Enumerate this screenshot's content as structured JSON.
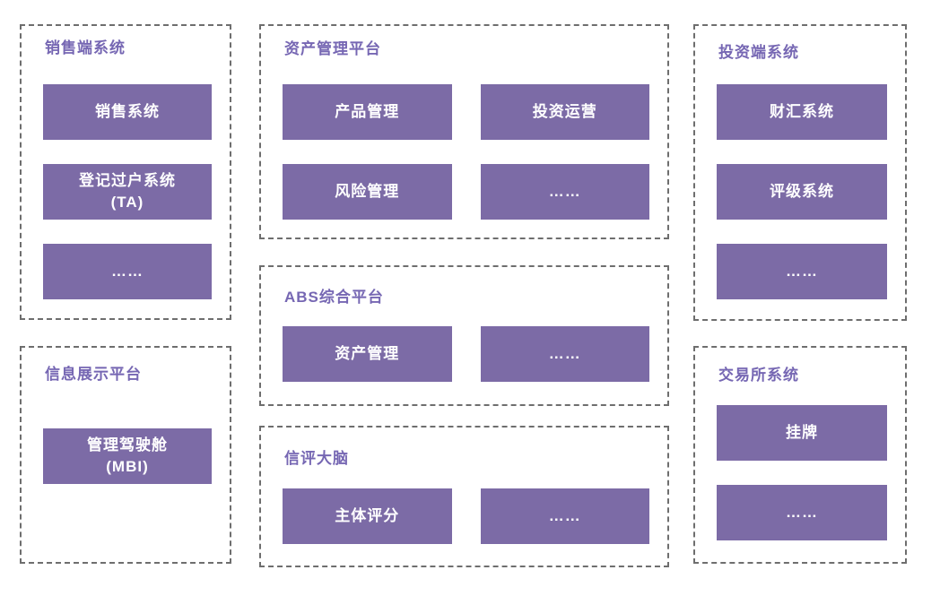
{
  "palette": {
    "box_fill": "#7c6ba6",
    "box_text": "#ffffff",
    "title_text": "#7667b3",
    "dashed_border": "#6e6e6e",
    "background": "#ffffff"
  },
  "groups": [
    {
      "id": "sales",
      "title": "销售端系统",
      "boxes": [
        {
          "lines": [
            "销售系统"
          ]
        },
        {
          "lines": [
            "登记过户系统",
            "(TA)"
          ]
        },
        {
          "lines": [
            "……"
          ]
        }
      ]
    },
    {
      "id": "info",
      "title": "信息展示平台",
      "boxes": [
        {
          "lines": [
            "管理驾驶舱",
            "(MBI)"
          ]
        }
      ]
    },
    {
      "id": "asset",
      "title": "资产管理平台",
      "boxes": [
        {
          "lines": [
            "产品管理"
          ]
        },
        {
          "lines": [
            "投资运营"
          ]
        },
        {
          "lines": [
            "风险管理"
          ]
        },
        {
          "lines": [
            "……"
          ]
        }
      ]
    },
    {
      "id": "abs",
      "title": "ABS综合平台",
      "boxes": [
        {
          "lines": [
            "资产管理"
          ]
        },
        {
          "lines": [
            "……"
          ]
        }
      ]
    },
    {
      "id": "credit",
      "title": "信评大脑",
      "boxes": [
        {
          "lines": [
            "主体评分"
          ]
        },
        {
          "lines": [
            "……"
          ]
        }
      ]
    },
    {
      "id": "invest",
      "title": "投资端系统",
      "boxes": [
        {
          "lines": [
            "财汇系统"
          ]
        },
        {
          "lines": [
            "评级系统"
          ]
        },
        {
          "lines": [
            "……"
          ]
        }
      ]
    },
    {
      "id": "exchange",
      "title": "交易所系统",
      "boxes": [
        {
          "lines": [
            "挂牌"
          ]
        },
        {
          "lines": [
            "……"
          ]
        }
      ]
    }
  ]
}
